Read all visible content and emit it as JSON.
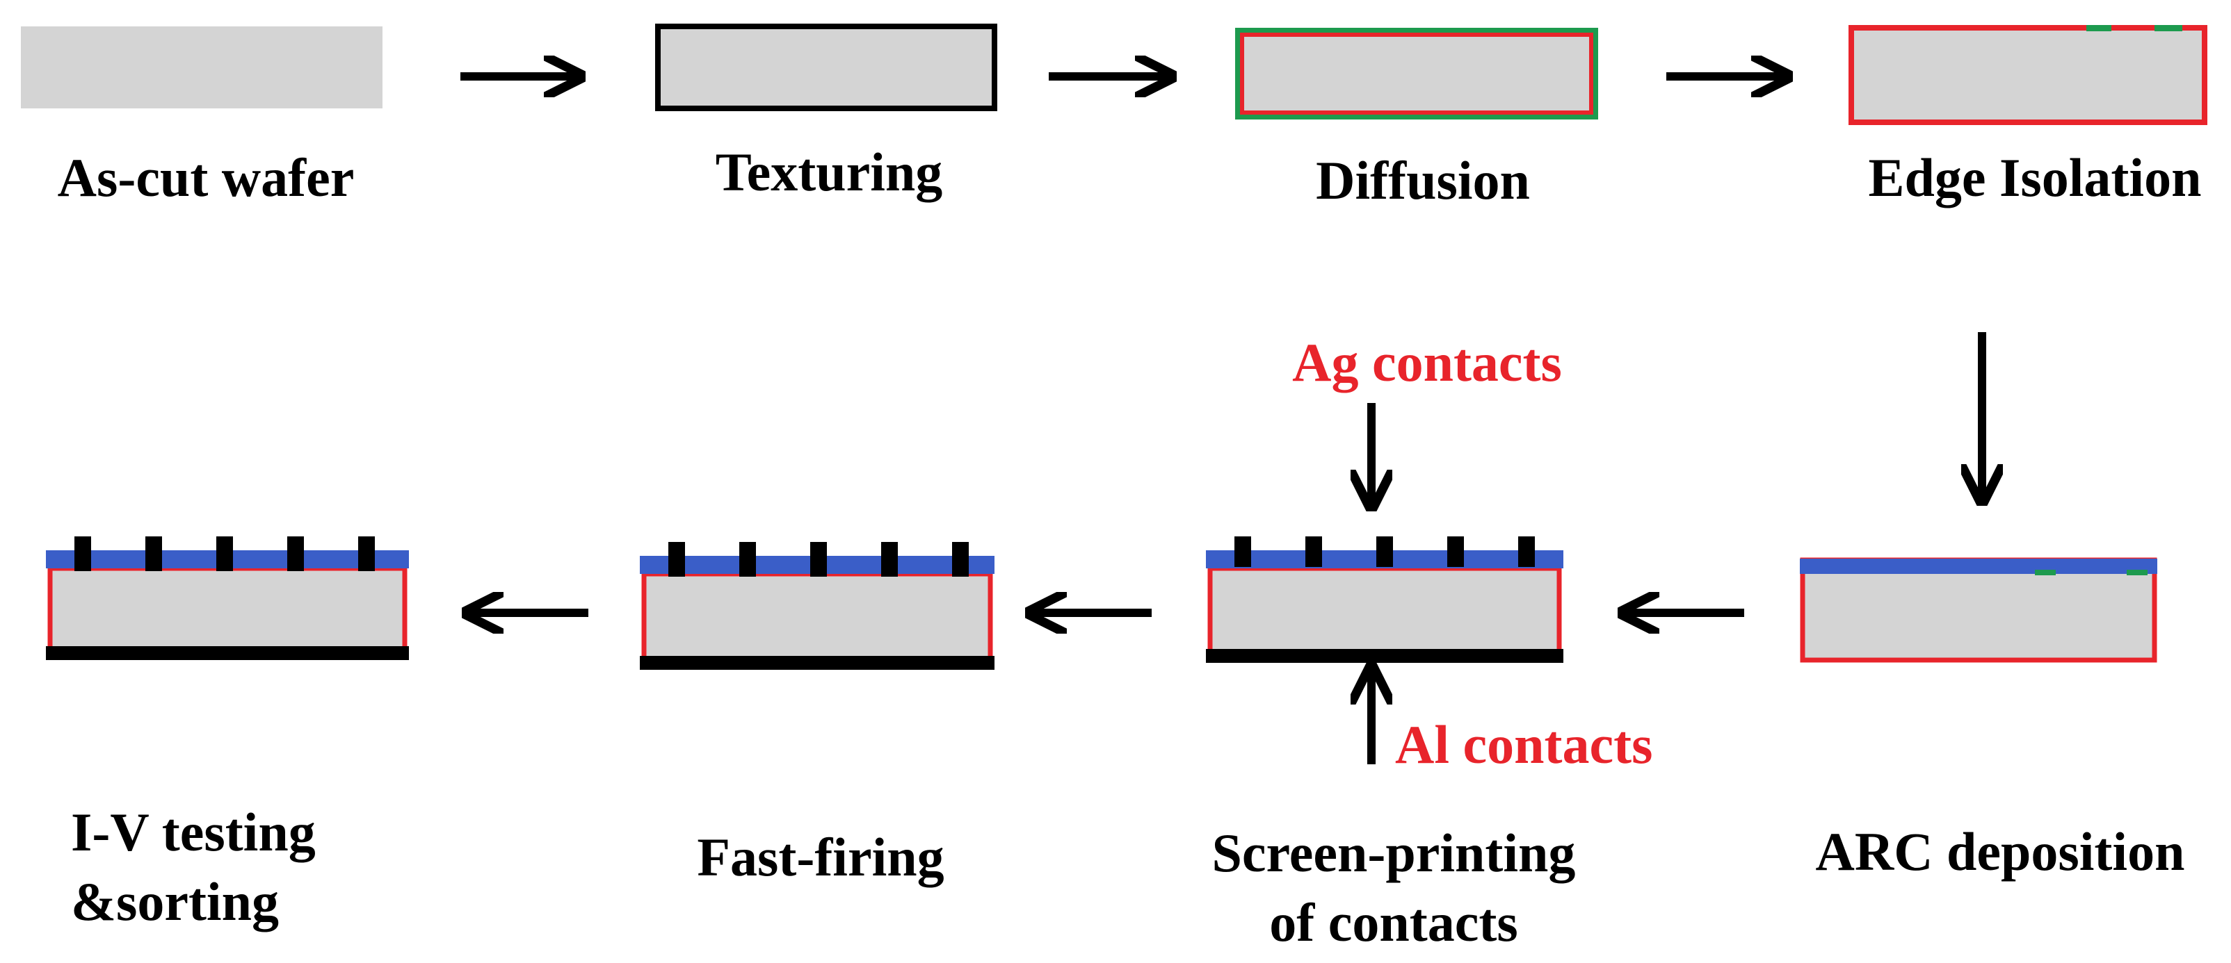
{
  "colors": {
    "wafer_fill": "#d4d4d4",
    "outline": "#000000",
    "n_layer": "#e8242b",
    "diffusion_glass": "#1d9a4e",
    "arc": "#3a5ec8",
    "metal": "#000000",
    "annotation": "#e8242b"
  },
  "steps": [
    {
      "label": "As-cut wafer"
    },
    {
      "label": "Texturing"
    },
    {
      "label": "Diffusion"
    },
    {
      "label": "Edge Isolation"
    },
    {
      "label": "ARC deposition"
    },
    {
      "label_line1": "Screen-printing",
      "label_line2": "of contacts"
    },
    {
      "label": "Fast-firing"
    },
    {
      "label_line1": "I-V testing",
      "label_line2": "&sorting"
    }
  ],
  "annotations": {
    "ag": "Ag contacts",
    "al": "Al contacts"
  }
}
